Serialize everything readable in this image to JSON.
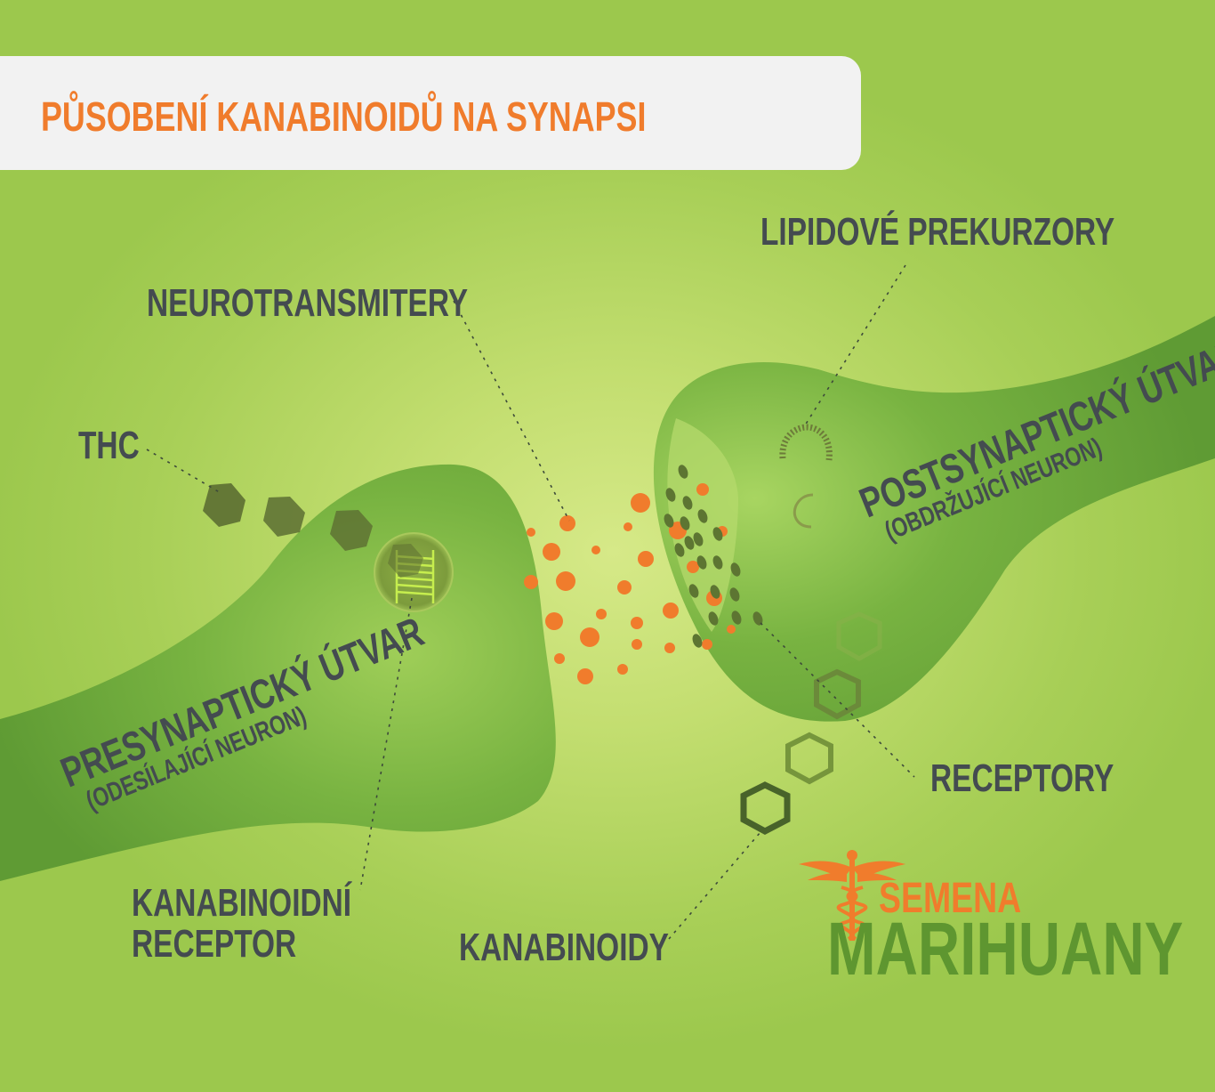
{
  "title": "PŮSOBENÍ KANABINOIDŮ NA SYNAPSI",
  "labels": {
    "neurotransmitters": "NEUROTRANSMITERY",
    "lipid_precursors": "LIPIDOVÉ PREKURZORY",
    "thc": "THC",
    "receptors": "RECEPTORY",
    "cannabinoid_receptor_line1": "KANABINOIDNÍ",
    "cannabinoid_receptor_line2": "RECEPTOR",
    "cannabinoids": "KANABINOIDY"
  },
  "presynaptic": {
    "title": "PRESYNAPTICKÝ ÚTVAR",
    "subtitle": "(ODESÍLAJÍCÍ NEURON)"
  },
  "postsynaptic": {
    "title": "POSTSYNAPTICKÝ ÚTVAR",
    "subtitle": "(OBDRŽUJÍCÍ NEURON)"
  },
  "logo": {
    "line1": "SEMENA",
    "line2": "MARIHUANY",
    "icon": "caduceus-icon"
  },
  "colors": {
    "accent": "#f07c2c",
    "neuron": "#6aa83a",
    "text": "#444b50",
    "hexagon_dark": "#5a7a2c",
    "logo_green": "#5e9630"
  }
}
